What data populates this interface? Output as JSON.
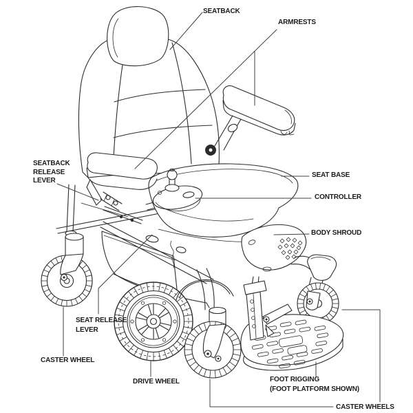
{
  "labels": {
    "seatback": "SEATBACK",
    "armrests": "ARMRESTS",
    "seatback_release_lever": {
      "line1": "SEATBACK",
      "line2": "RELEASE",
      "line3": "LEVER"
    },
    "seat_base": "SEAT BASE",
    "controller": "CONTROLLER",
    "body_shroud": "BODY SHROUD",
    "seat_release_lever": {
      "line1": "SEAT RELEASE",
      "line2": "LEVER"
    },
    "caster_wheel": "CASTER WHEEL",
    "drive_wheel": "DRIVE WHEEL",
    "foot_rigging": {
      "line1": "FOOT RIGGING",
      "line2": "(FOOT PLATFORM SHOWN)"
    },
    "caster_wheels": "CASTER WHEELS"
  },
  "colors": {
    "background": "#ffffff",
    "line_art": "#2b2b2b",
    "leader_line": "#414141",
    "label_text": "#1b1b1b"
  }
}
